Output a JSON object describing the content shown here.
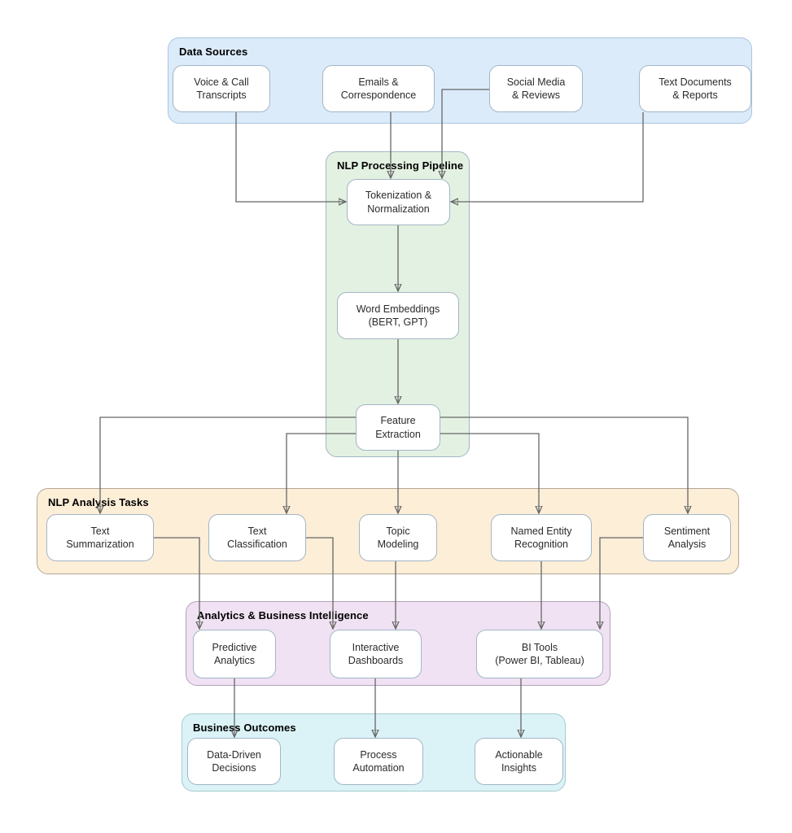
{
  "diagram_type": "flowchart",
  "groups": {
    "sources": {
      "title": "Data Sources"
    },
    "pipeline": {
      "title": "NLP Processing Pipeline"
    },
    "tasks": {
      "title": "NLP Analysis Tasks"
    },
    "analytics": {
      "title": "Analytics & Business Intelligence"
    },
    "outcomes": {
      "title": "Business Outcomes"
    }
  },
  "nodes": {
    "voice": {
      "label": "Voice & Call\nTranscripts"
    },
    "emails": {
      "label": "Emails &\nCorrespondence"
    },
    "social": {
      "label": "Social Media\n& Reviews"
    },
    "textdocs": {
      "label": "Text Documents\n& Reports"
    },
    "tokenization": {
      "label": "Tokenization &\nNormalization"
    },
    "embeddings": {
      "label": "Word Embeddings\n(BERT, GPT)"
    },
    "features": {
      "label": "Feature\nExtraction"
    },
    "summarization": {
      "label": "Text\nSummarization"
    },
    "classification": {
      "label": "Text\nClassification"
    },
    "topic": {
      "label": "Topic\nModeling"
    },
    "ner": {
      "label": "Named Entity\nRecognition"
    },
    "sentiment": {
      "label": "Sentiment\nAnalysis"
    },
    "predictive": {
      "label": "Predictive\nAnalytics"
    },
    "dashboards": {
      "label": "Interactive\nDashboards"
    },
    "bitools": {
      "label": "BI Tools\n(Power BI, Tableau)"
    },
    "decisions": {
      "label": "Data-Driven\nDecisions"
    },
    "automation": {
      "label": "Process\nAutomation"
    },
    "insights": {
      "label": "Actionable\nInsights"
    }
  },
  "edges": [
    {
      "from": "voice",
      "to": "tokenization"
    },
    {
      "from": "emails",
      "to": "tokenization"
    },
    {
      "from": "social",
      "to": "tokenization"
    },
    {
      "from": "textdocs",
      "to": "tokenization"
    },
    {
      "from": "tokenization",
      "to": "embeddings"
    },
    {
      "from": "embeddings",
      "to": "features"
    },
    {
      "from": "features",
      "to": "summarization"
    },
    {
      "from": "features",
      "to": "classification"
    },
    {
      "from": "features",
      "to": "topic"
    },
    {
      "from": "features",
      "to": "ner"
    },
    {
      "from": "features",
      "to": "sentiment"
    },
    {
      "from": "summarization",
      "to": "predictive"
    },
    {
      "from": "classification",
      "to": "dashboards"
    },
    {
      "from": "topic",
      "to": "dashboards"
    },
    {
      "from": "ner",
      "to": "bitools"
    },
    {
      "from": "sentiment",
      "to": "bitools"
    },
    {
      "from": "predictive",
      "to": "decisions"
    },
    {
      "from": "dashboards",
      "to": "automation"
    },
    {
      "from": "bitools",
      "to": "insights"
    }
  ],
  "colors": {
    "sources_fill": "#dcebfa",
    "sources_border": "#a9c5de",
    "pipeline_fill": "#e3f1e2",
    "pipeline_border": "#9fb6c0",
    "tasks_fill": "#fdeed8",
    "tasks_border": "#b2a795",
    "analytics_fill": "#f0e2f3",
    "analytics_border": "#b3a2bd",
    "outcomes_fill": "#dbf3f6",
    "outcomes_border": "#a5c9d1",
    "node_fill": "#ffffff",
    "node_border": "#a2b6c6",
    "edge_line": "#666666",
    "arrowhead": "#555555",
    "node_text": "#2b2b2b",
    "title_text": "#000000"
  }
}
